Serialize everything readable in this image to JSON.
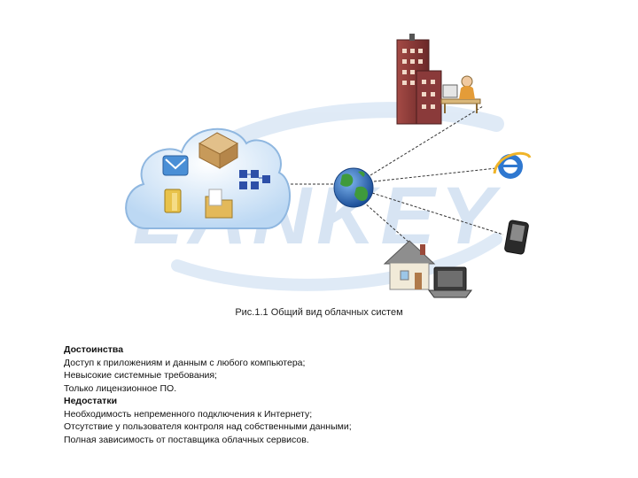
{
  "watermark": {
    "text": "LANKEY",
    "color": "#a9c5e3"
  },
  "cloud": {
    "icons": [
      "mail-icon",
      "package-icon",
      "network-icon",
      "document-icon",
      "folder-icon"
    ]
  },
  "globe": {
    "icon": "globe-icon"
  },
  "nodes": [
    {
      "name": "office-building-icon"
    },
    {
      "name": "internet-explorer-icon"
    },
    {
      "name": "mobile-phone-icon"
    },
    {
      "name": "house-icon"
    },
    {
      "name": "laptop-icon"
    }
  ],
  "caption": "Рис.1.1 Общий вид облачных систем",
  "advantages": {
    "heading": "Достоинства",
    "items": [
      "Доступ к приложениям и данным с любого компьютера;",
      "Невысокие системные требования;",
      "Только лицензионное ПО."
    ]
  },
  "disadvantages": {
    "heading": "Недостатки",
    "items": [
      "Необходимость непременного подключения к Интернету;",
      "Отсутствие у пользователя контроля над собственными данными;",
      "Полная зависимость от поставщика облачных сервисов."
    ]
  },
  "colors": {
    "cloud": "#cfe3f7",
    "cloud_edge": "#8fb7e0",
    "connector": "#333333",
    "building": "#8a3a3a",
    "globe_sea": "#2b67b8",
    "globe_land": "#3f9a3c"
  }
}
